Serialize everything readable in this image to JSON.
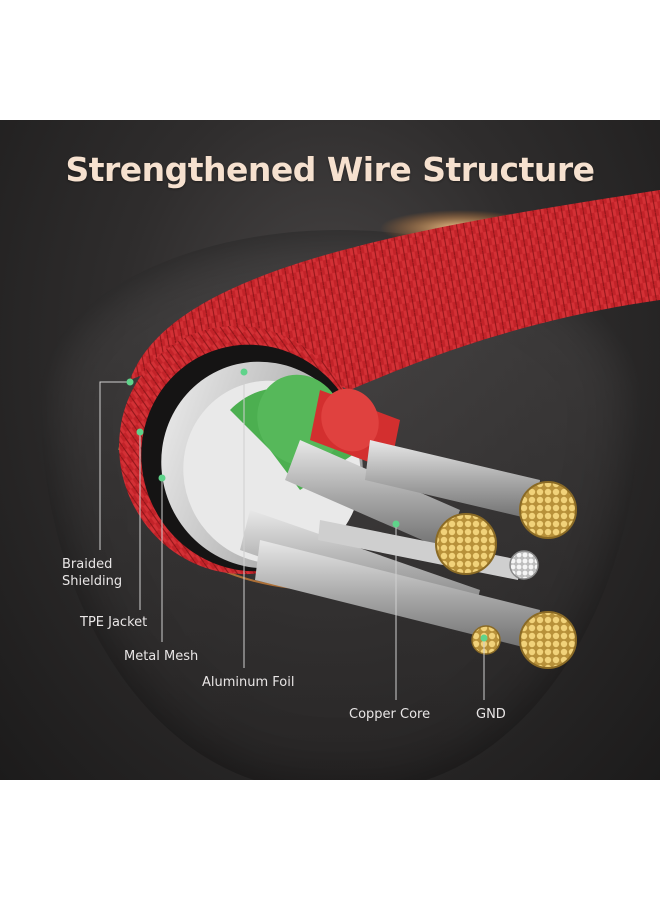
{
  "title": "Strengthened Wire Structure",
  "labels": {
    "braided_shielding": "Braided\nShielding",
    "tpe_jacket": "TPE Jacket",
    "metal_mesh": "Metal Mesh",
    "aluminum_foil": "Aluminum Foil",
    "copper_core": "Copper Core",
    "gnd": "GND"
  },
  "colors": {
    "background": "#2f2d2d",
    "title": "#f6e1cf",
    "braid_red": "#c8262b",
    "wire_green": "#4caf50",
    "wire_red": "#d32f2f",
    "copper_gold": "#e6c45a",
    "leader_line": "#cfcfcf",
    "marker_green": "#5fd38a"
  }
}
